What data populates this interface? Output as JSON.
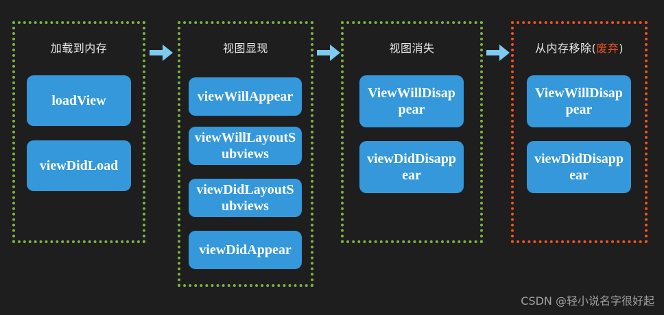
{
  "diagram": {
    "background_color": "#1e1e1e",
    "node_color": "#3498db",
    "node_text_color": "#ffffff",
    "arrow_color": "#7ecbf0",
    "panel_border_green": "#7cb342",
    "panel_border_orange": "#f4511e",
    "panels": [
      {
        "title_prefix": "加载到内存",
        "title_highlight": "",
        "title_suffix": "",
        "border_color_name": "green",
        "nodes": [
          {
            "label": "loadView"
          },
          {
            "label": "viewDidLoad"
          }
        ]
      },
      {
        "title_prefix": "视图显现",
        "title_highlight": "",
        "title_suffix": "",
        "border_color_name": "green",
        "nodes": [
          {
            "label": "viewWillAppear"
          },
          {
            "label": "viewWillLayoutSubviews"
          },
          {
            "label": "viewDidLayoutSubviews"
          },
          {
            "label": "viewDidAppear"
          }
        ]
      },
      {
        "title_prefix": "视图消失",
        "title_highlight": "",
        "title_suffix": "",
        "border_color_name": "green",
        "nodes": [
          {
            "label": "ViewWillDisappear"
          },
          {
            "label": "viewDidDisappear"
          }
        ]
      },
      {
        "title_prefix": "从内存移除(",
        "title_highlight": "废弃",
        "title_suffix": ")",
        "border_color_name": "orange",
        "nodes": [
          {
            "label": "ViewWillDisappear"
          },
          {
            "label": "viewDidDisappear"
          }
        ]
      }
    ],
    "arrows": [
      {
        "name": "arrow-panel1-to-panel2"
      },
      {
        "name": "arrow-panel2-to-panel3"
      },
      {
        "name": "arrow-panel3-to-panel4"
      }
    ],
    "watermark": "CSDN @轻小说名字很好起"
  }
}
